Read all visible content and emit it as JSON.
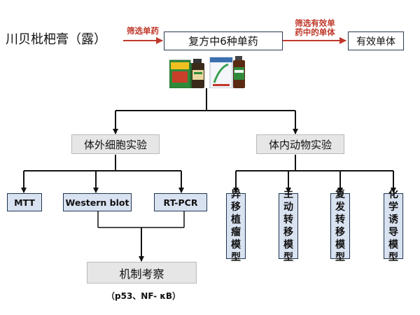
{
  "source_title": "川贝枇杷膏（露）",
  "arrow_label_1": "筛选单药",
  "compound_box": "复方中6种单药",
  "arrow_label_2_line1": "筛选有效单",
  "arrow_label_2_line2": "药中的单体",
  "effective_box": "有效单体",
  "in_vitro": {
    "title": "体外细胞实验",
    "assays": [
      "MTT",
      "Western blot",
      "RT-PCR"
    ]
  },
  "in_vivo": {
    "title": "体内动物实验",
    "models": [
      "异移植瘤模型",
      "主动转移模型",
      "复发转移模型",
      "化学诱导模型"
    ]
  },
  "mechanism_box": "机制考察",
  "mechanism_note": "（p53、NF- κB）",
  "colors": {
    "arrow_red": "#c0392b",
    "box_grey": "#e6e6e6",
    "box_blue": "#d9e2f0",
    "line": "#111111"
  },
  "icons": [
    "medicine-box-icon",
    "medicine-bottle-icon",
    "medicine-carton-icon",
    "syrup-bottle-icon"
  ]
}
